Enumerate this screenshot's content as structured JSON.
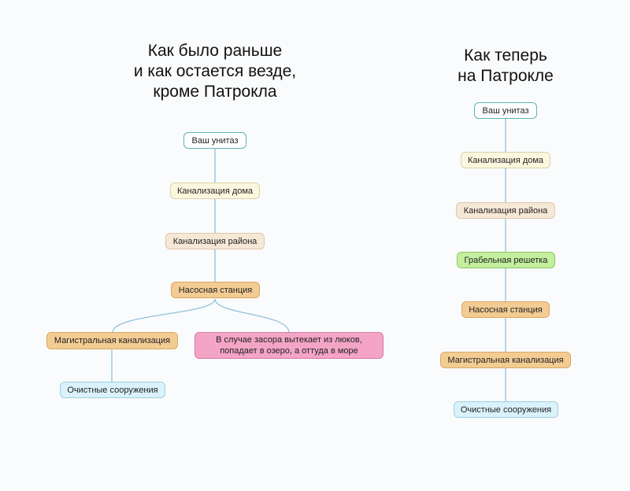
{
  "left": {
    "title": [
      "Как было раньше",
      "и как остается везде,",
      "кроме Патрокла"
    ],
    "nodes": [
      "Ваш унитаз",
      "Канализация дома",
      "Канализация района",
      "Насосная станция",
      "Магистральная канализация",
      "В случае засора вытекает из люков, попадает в озеро, а оттуда в море",
      "Очистные сооружения"
    ]
  },
  "right": {
    "title": [
      "Как теперь",
      "на Патрокле"
    ],
    "nodes": [
      "Ваш унитаз",
      "Канализация дома",
      "Канализация района",
      "Грабельная решетка",
      "Насосная станция",
      "Магистральная канализация",
      "Очистные сооружения"
    ]
  },
  "colors": {
    "connector": "#8fc3dd",
    "white": "#ffffff",
    "yellow": "#fbf7df",
    "beige": "#f6e8d7",
    "orange": "#f3cc93",
    "green": "#c3ef9e",
    "cyan": "#daf2fb",
    "pink": "#f4a5c6"
  }
}
